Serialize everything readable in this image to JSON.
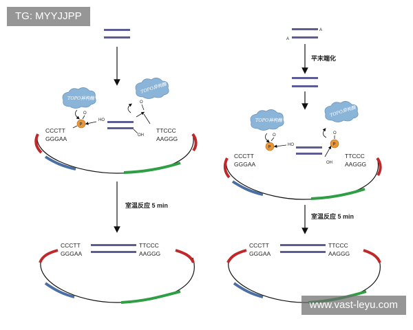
{
  "watermarks": {
    "top": "TG: MYYJJPP",
    "bottom": "www.vast-leyu.com"
  },
  "colors": {
    "insert": "#5b5b95",
    "vector_end": "#c0282a",
    "blue_region": "#4a6fa5",
    "green_region": "#2f9e44",
    "enzyme_cloud": "#8ab4d8",
    "phosphate": "#e8963a"
  },
  "left": {
    "step_label": "室温反应 5 min",
    "enzyme_label": "TOPO异构酶",
    "hydroxyl_label": "HO",
    "oh_label": "OH",
    "o_label": "O",
    "phosphate_label": "P",
    "seq_left_top": "CCCTT",
    "seq_left_bottom": "GGGAA",
    "seq_right_top": "TTCCC",
    "seq_right_bottom": "AAGGG"
  },
  "right": {
    "overhang_label": "A",
    "blunt_label": "平末端化",
    "step_label": "室温反应 5 min",
    "enzyme_label": "TOPO异构酶",
    "hydroxyl_label": "HO",
    "oh_label": "OH",
    "o_label": "O",
    "phosphate_label": "P",
    "seq_left_top": "CCCTT",
    "seq_left_bottom": "GGGAA",
    "seq_right_top": "TTCCC",
    "seq_right_bottom": "AAGGG"
  }
}
